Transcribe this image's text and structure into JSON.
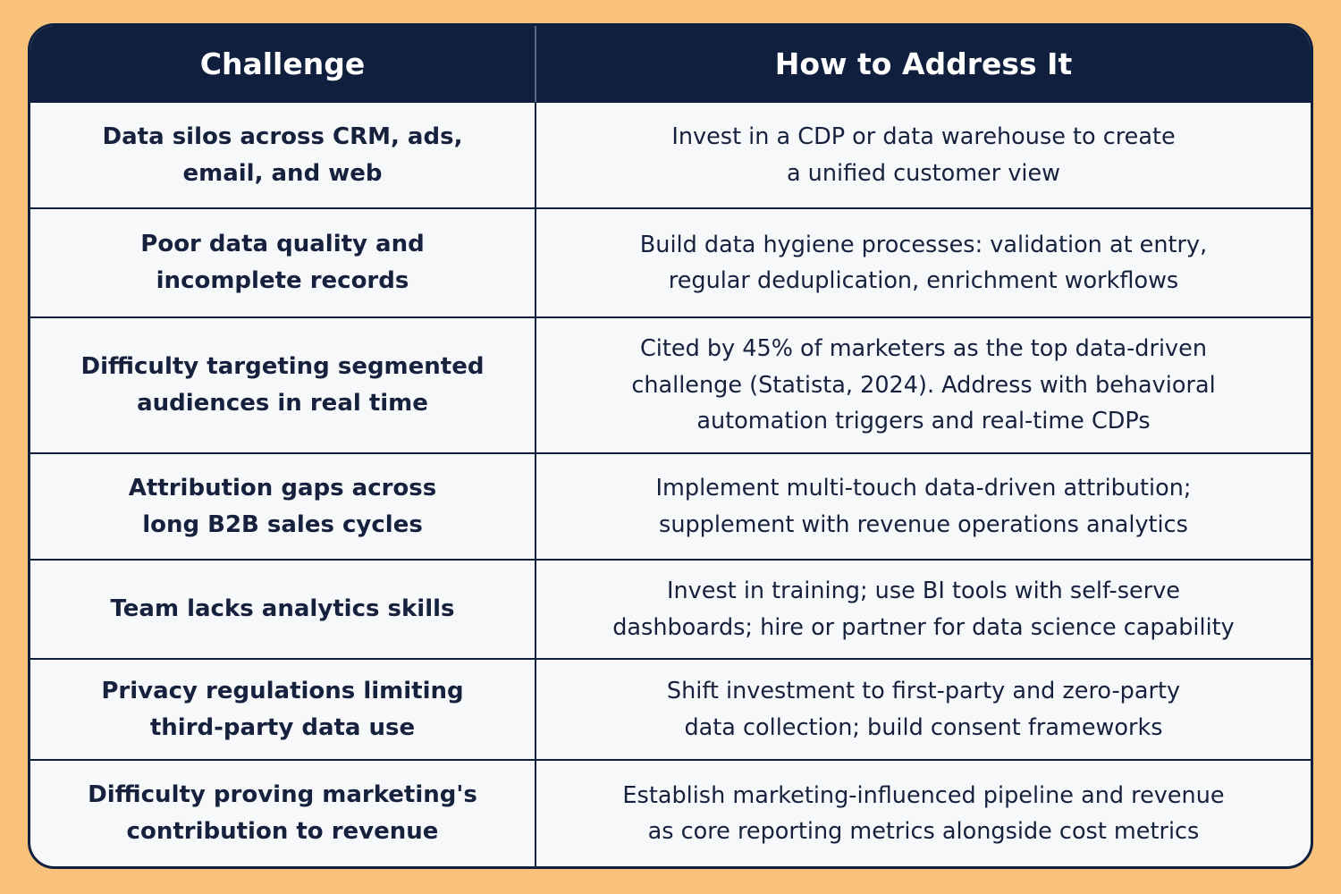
{
  "table": {
    "headers": {
      "challenge": "Challenge",
      "solution": "How to Address It"
    },
    "rows": [
      {
        "challenge": [
          "Data silos across CRM, ads,",
          "email, and web"
        ],
        "solution": [
          "Invest in a CDP or data warehouse to create",
          "a unified customer view"
        ]
      },
      {
        "challenge": [
          "Poor data quality and",
          "incomplete records"
        ],
        "solution": [
          "Build data hygiene processes: validation at entry,",
          "regular deduplication, enrichment workflows"
        ]
      },
      {
        "challenge": [
          "Difficulty targeting segmented",
          "audiences in real time"
        ],
        "solution": [
          "Cited by 45% of marketers as the top data-driven",
          "challenge (Statista, 2024). Address with behavioral",
          "automation triggers and real-time CDPs"
        ]
      },
      {
        "challenge": [
          "Attribution gaps across",
          "long B2B sales cycles"
        ],
        "solution": [
          "Implement multi-touch data-driven attribution;",
          "supplement with revenue operations analytics"
        ]
      },
      {
        "challenge": [
          "Team lacks analytics skills"
        ],
        "solution": [
          "Invest in training; use BI tools with self-serve",
          "dashboards; hire or partner for data science capability"
        ]
      },
      {
        "challenge": [
          "Privacy regulations limiting",
          "third-party data use"
        ],
        "solution": [
          "Shift investment to first-party and zero-party",
          "data collection; build consent frameworks"
        ]
      },
      {
        "challenge": [
          "Difficulty proving marketing's",
          "contribution to revenue"
        ],
        "solution": [
          "Establish marketing-influenced pipeline and revenue",
          "as core reporting metrics alongside cost metrics"
        ]
      }
    ]
  },
  "colors": {
    "background": "#f8c27c",
    "header": "#0f1f3d",
    "row": "#f7f8fa",
    "text": "#16213e"
  }
}
